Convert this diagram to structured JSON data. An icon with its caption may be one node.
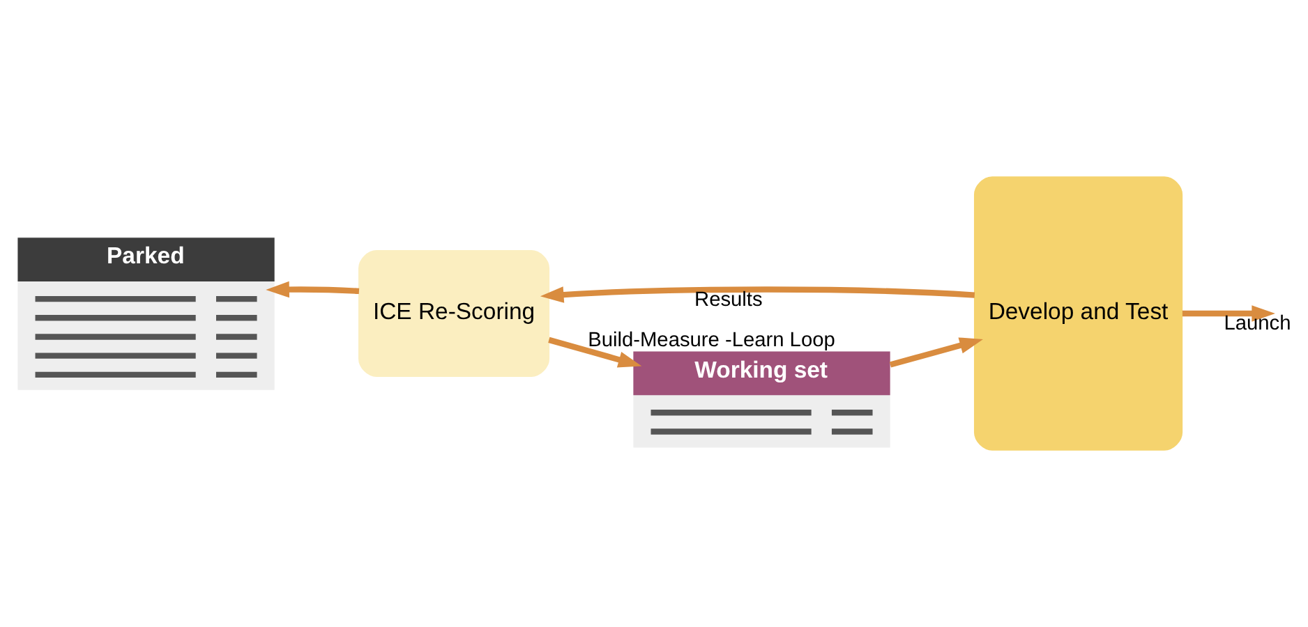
{
  "diagram": {
    "nodes": [
      {
        "text": [
          "Working set"
        ]
      },
      {
        "text": [
          "Develop and Test"
        ]
      },
      {
        "text": [
          "ICE Re-Scoring"
        ]
      },
      {
        "text": [
          "Parked"
        ]
      }
    ],
    "edges": [
      {
        "from": 0,
        "to": 1,
        "arrow": "to"
      },
      {
        "from": 1,
        "to": null,
        "arrow": "to",
        "label": "Launch"
      },
      {
        "from": 1,
        "to": 2,
        "arrow": "to",
        "label": "Results"
      },
      {
        "from": 2,
        "to": 0,
        "arrow": "to",
        "label": "Build-Measure -Learn Loop"
      },
      {
        "from": 2,
        "to": 3,
        "arrow": "to"
      }
    ]
  }
}
